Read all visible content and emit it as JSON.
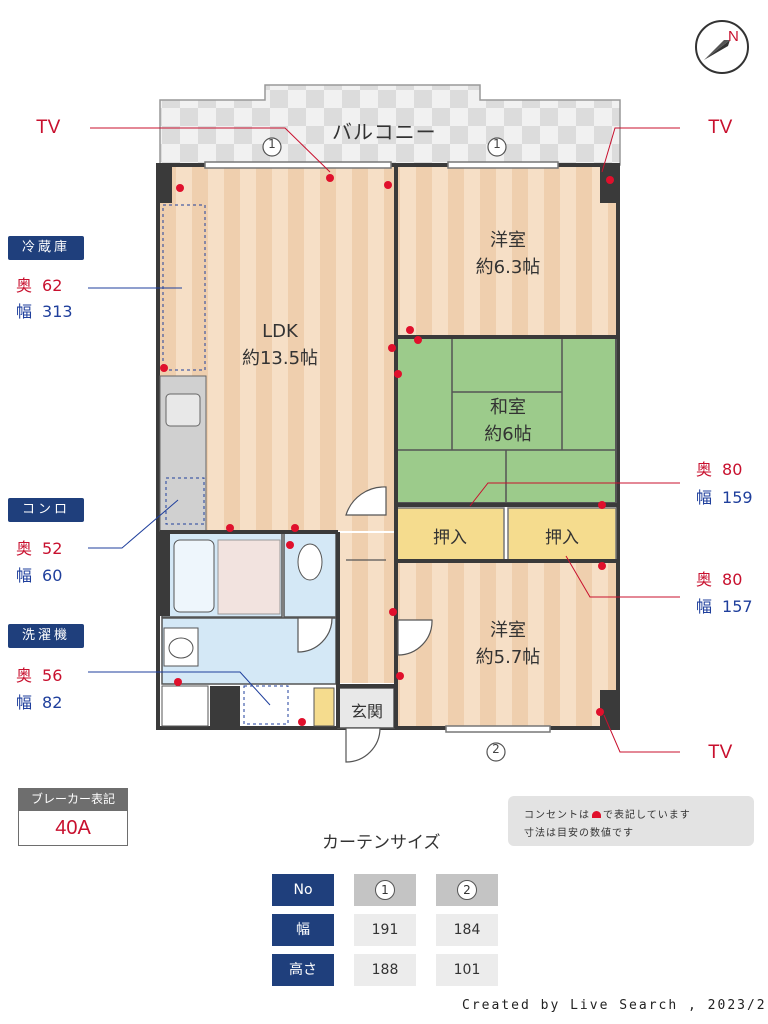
{
  "floorplan": {
    "balcony_label": "バルコニー",
    "rooms": [
      {
        "name": "LDK",
        "size": "約13.5帖"
      },
      {
        "name": "洋室",
        "size": "約6.3帖"
      },
      {
        "name": "和室",
        "size": "約6帖"
      },
      {
        "name": "洋室",
        "size": "約5.7帖"
      }
    ],
    "closets": [
      "押入",
      "押入"
    ],
    "entrance_label": "玄関",
    "window_markers": [
      "1",
      "1",
      "2"
    ],
    "tv_labels": [
      "TV",
      "TV",
      "TV"
    ],
    "compass_letter": "N"
  },
  "appliances": [
    {
      "label": "冷蔵庫",
      "depth_key": "奥",
      "depth": "62",
      "width_key": "幅",
      "width": "313"
    },
    {
      "label": "コンロ",
      "depth_key": "奥",
      "depth": "52",
      "width_key": "幅",
      "width": "60"
    },
    {
      "label": "洗濯機",
      "depth_key": "奥",
      "depth": "56",
      "width_key": "幅",
      "width": "82"
    }
  ],
  "closet_dims": [
    {
      "depth_key": "奥",
      "depth": "80",
      "width_key": "幅",
      "width": "159"
    },
    {
      "depth_key": "奥",
      "depth": "80",
      "width_key": "幅",
      "width": "157"
    }
  ],
  "breaker": {
    "title": "ブレーカー表記",
    "value": "40A"
  },
  "note": {
    "line1": "コンセントは",
    "line1_after": "で表記しています",
    "line2": "寸法は目安の数値です"
  },
  "curtain": {
    "title": "カーテンサイズ",
    "rows": [
      {
        "head": "No",
        "c1": "1",
        "c2": "2"
      },
      {
        "head": "幅",
        "c1": "191",
        "c2": "184"
      },
      {
        "head": "高さ",
        "c1": "188",
        "c2": "101"
      }
    ]
  },
  "credit": "Created by Live Search , 2023/2",
  "colors": {
    "wall": "#3a3a3a",
    "floor_wood": "#f3d9bd",
    "tatami": "#9ccb8b",
    "closet": "#f5dc8e",
    "bath": "#cfe6f5",
    "outlet": "#e0102c",
    "navy": "#1f3f7c",
    "accent_red": "#c8102e"
  }
}
